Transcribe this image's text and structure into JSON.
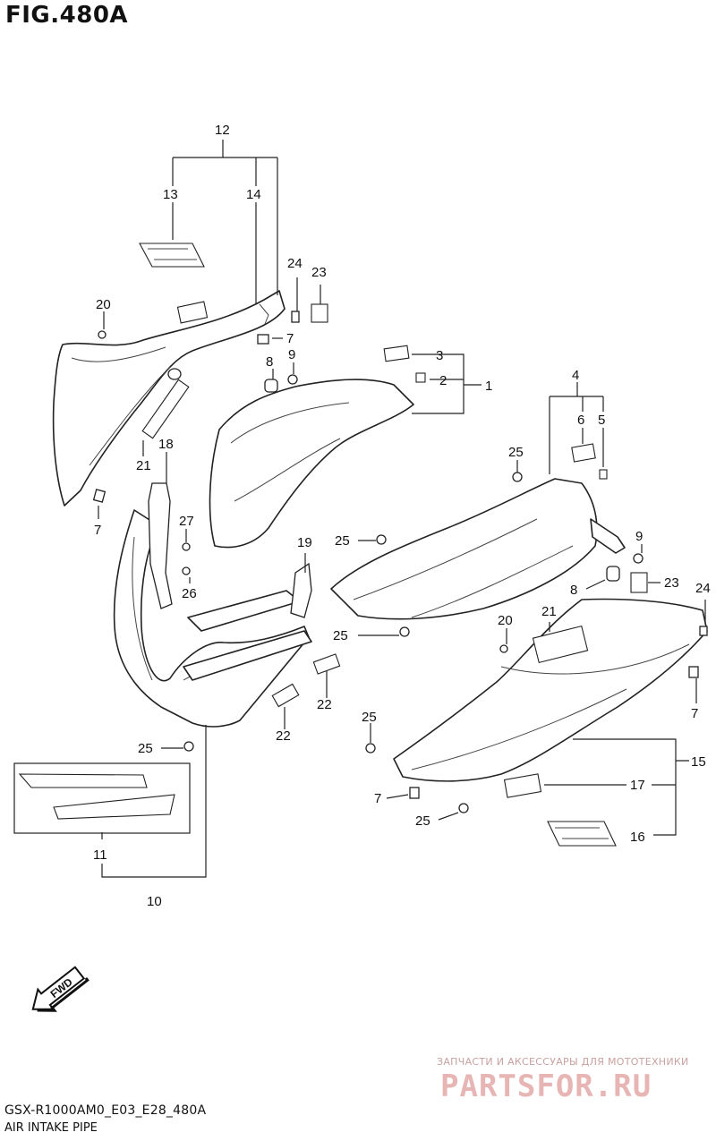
{
  "figure": {
    "title": "FIG.480A",
    "model_code": "GSX-R1000AM0_E03_E28_480A",
    "name": "AIR INTAKE PIPE"
  },
  "watermark": {
    "tagline": "ЗАПЧАСТИ И АКСЕССУАРЫ ДЛЯ МОТОТЕХНИКИ",
    "brand": "PARTSFOR.RU"
  },
  "fwd_label": "FWD",
  "callouts": {
    "c1": "1",
    "c2": "2",
    "c3": "3",
    "c4": "4",
    "c5": "5",
    "c6": "6",
    "c7a": "7",
    "c7b": "7",
    "c7c": "7",
    "c7d": "7",
    "c8a": "8",
    "c8b": "8",
    "c9a": "9",
    "c9b": "9",
    "c10": "10",
    "c11": "11",
    "c12": "12",
    "c13": "13",
    "c14": "14",
    "c15": "15",
    "c16": "16",
    "c17": "17",
    "c18": "18",
    "c19": "19",
    "c20a": "20",
    "c20b": "20",
    "c21a": "21",
    "c21b": "21",
    "c22a": "22",
    "c22b": "22",
    "c23a": "23",
    "c23b": "23",
    "c24a": "24",
    "c24b": "24",
    "c25a": "25",
    "c25b": "25",
    "c25c": "25",
    "c25d": "25",
    "c25e": "25",
    "c25f": "25",
    "c26": "26",
    "c27": "27"
  }
}
